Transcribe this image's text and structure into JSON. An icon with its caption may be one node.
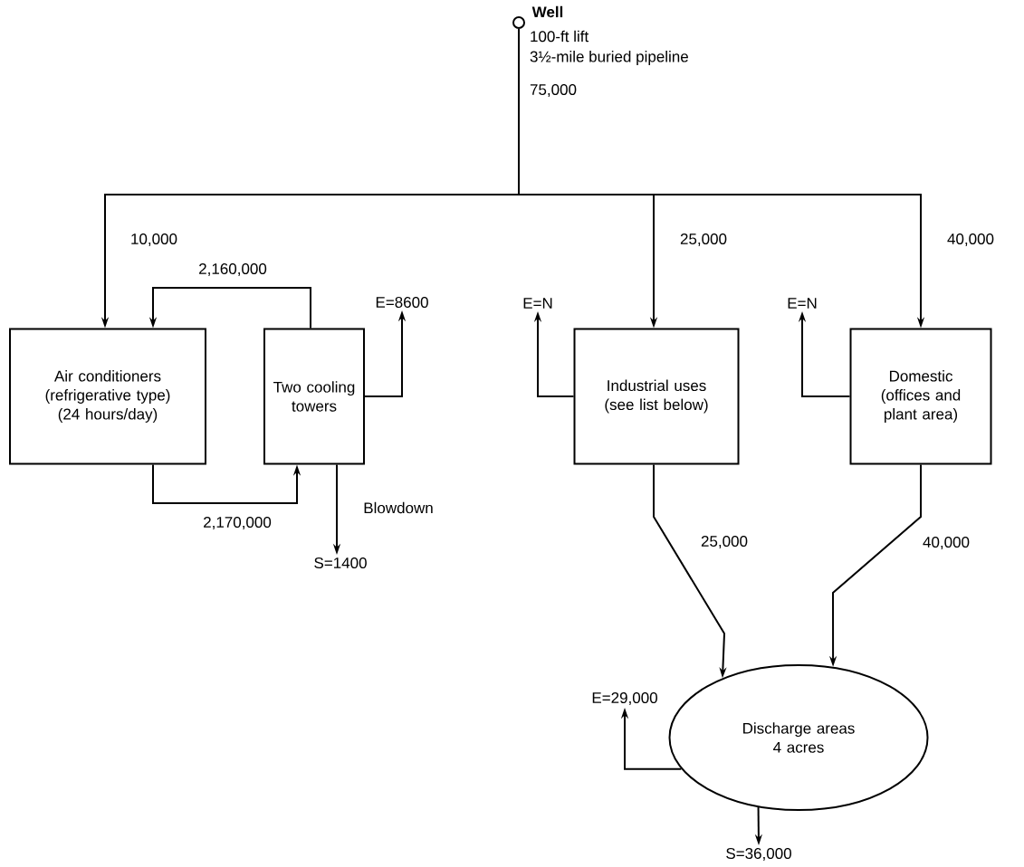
{
  "diagram": {
    "nodes": [
      {
        "text": [],
        "shape": "circle",
        "beside": [
          "Well"
        ]
      },
      {
        "text": [
          "Air conditioners",
          "(refrigerative type)",
          "(24 hours/day)"
        ]
      },
      {
        "text": [
          "Two cooling towers"
        ]
      },
      {
        "text": [
          "E=8600"
        ]
      },
      {
        "text": [
          "E=N"
        ]
      },
      {
        "text": [
          "Industrial uses",
          "(see list below)"
        ]
      },
      {
        "text": [
          "E=N"
        ]
      },
      {
        "text": [
          "Domestic",
          "(offices and plant area)"
        ]
      },
      {
        "text": [
          "S=1400"
        ]
      },
      {
        "text": [
          "E=29,000"
        ]
      },
      {
        "text": [
          "Discharge areas",
          "4 acres"
        ]
      },
      {
        "text": [
          "S=36,000"
        ]
      }
    ],
    "edges": [
      {
        "from": 0,
        "to": 1,
        "arrow": "to",
        "label": "10,000"
      },
      {
        "from": 0,
        "to": 5,
        "arrow": "to",
        "label": "25,000"
      },
      {
        "from": 0,
        "to": 7,
        "arrow": "to",
        "label": "40,000"
      },
      {
        "from": 2,
        "to": 1,
        "arrow": "to",
        "label": "2,160,000"
      },
      {
        "from": 1,
        "to": 2,
        "arrow": "to",
        "label": "2,170,000"
      },
      {
        "from": 2,
        "to": 3,
        "arrow": "to"
      },
      {
        "from": 5,
        "to": 4,
        "arrow": "to"
      },
      {
        "from": 7,
        "to": 6,
        "arrow": "to"
      },
      {
        "from": 2,
        "to": 8,
        "arrow": "to",
        "label": "Blowdown"
      },
      {
        "from": 5,
        "to": 10,
        "arrow": "to",
        "label": "25,000"
      },
      {
        "from": 7,
        "to": 10,
        "arrow": "to",
        "label": "40,000"
      },
      {
        "from": 10,
        "to": 9,
        "arrow": "to"
      },
      {
        "from": 10,
        "to": 11,
        "arrow": "to"
      }
    ],
    "labels": [
      "100-ft lift",
      "3½-mile buried pipeline",
      "75,000"
    ]
  }
}
